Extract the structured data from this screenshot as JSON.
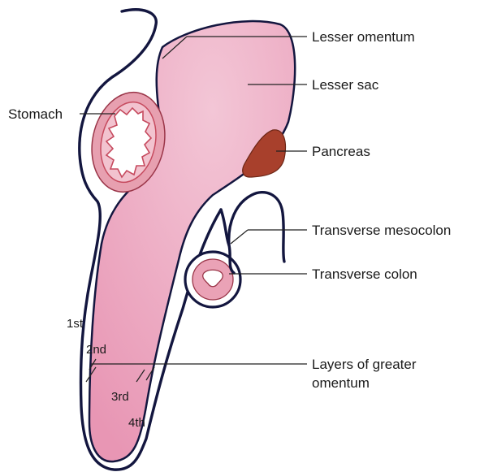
{
  "labels": {
    "lesser_omentum": "Lesser omentum",
    "lesser_sac": "Lesser sac",
    "stomach": "Stomach",
    "pancreas": "Pancreas",
    "transverse_mesocolon": "Transverse mesocolon",
    "transverse_colon": "Transverse colon",
    "greater_omentum_line1": "Layers of greater",
    "greater_omentum_line2": "omentum"
  },
  "layers": [
    "1st",
    "2nd",
    "3rd",
    "4th"
  ],
  "colors": {
    "sac_fill": "#eba3bd",
    "outline": "#13163f",
    "pancreas": "#a8402c",
    "stomach_wall": "#e7a0b0",
    "stomach_inner": "#c64a5e"
  }
}
